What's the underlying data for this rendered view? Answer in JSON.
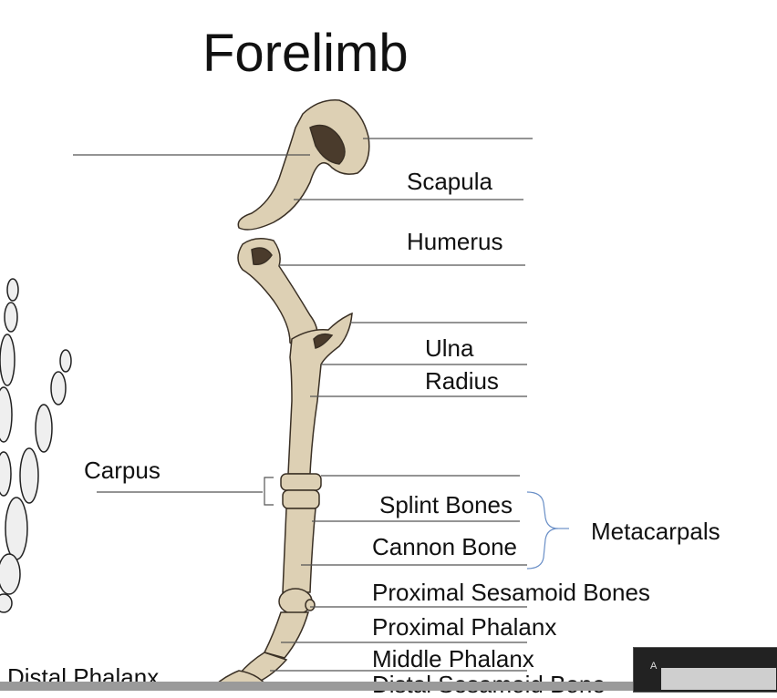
{
  "title": "Forelimb",
  "labels": {
    "scapula": "Scapula",
    "humerus": "Humerus",
    "ulna": "Ulna",
    "radius": "Radius",
    "carpus": "Carpus",
    "splint_bones": "Splint Bones",
    "cannon_bone": "Cannon Bone",
    "metacarpals": "Metacarpals",
    "proximal_sesamoid_bones": "Proximal Sesamoid Bones",
    "proximal_phalanx": "Proximal Phalanx",
    "middle_phalanx": "Middle Phalanx",
    "distal_sesamoid_bone": "Distal Sesamoid Bone",
    "distal_phalanx": "Distal Phalanx"
  },
  "thumbnail": {
    "text": "A"
  },
  "colors": {
    "bone": "#ddd0b4",
    "bone_shadow": "#3a3025",
    "leader_line": "#555555",
    "bracket": "#6a8fc7"
  }
}
